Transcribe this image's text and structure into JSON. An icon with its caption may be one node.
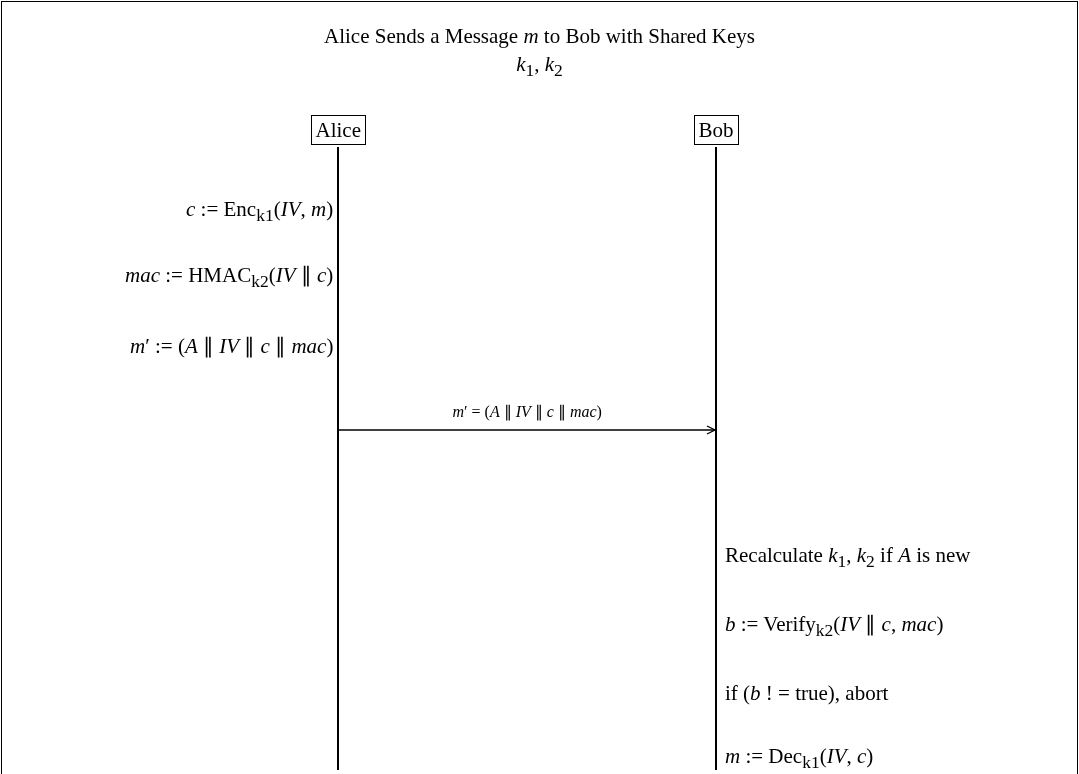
{
  "diagram": {
    "title": "Alice Sends a Message *m* to Bob with Shared Keys *k*$_{1}$, *k*$_{2}$",
    "nodes": [
      {
        "text": [
          "Alice"
        ]
      },
      {
        "text": [
          "Bob"
        ]
      },
      {
        "text": [],
        "shape": "bar"
      },
      {
        "text": [],
        "shape": "bar"
      }
    ],
    "edges": [
      {
        "from": 2,
        "to": 3,
        "arrow": "to",
        "label": "*m*′ = (*A* ∥ *IV* ∥ *c* ∥ *mac*)"
      }
    ],
    "labels": [
      "*c* := Enc$_{k1}$(*IV*, *m*)",
      "*mac* := HMAC$_{k2}$(*IV* ∥ *c*)",
      "*m*′ := (*A* ∥ *IV* ∥ *c* ∥ *mac*)",
      "Recalculate *k*$_{1}$, *k*$_{2}$ if *A* is new",
      "*b* := Verify$_{k2}$(*IV* ∥ *c*, *mac*)",
      "if (*b* ! = true), abort",
      "*m* := Dec$_{k1}$(*IV*, *c*)"
    ]
  }
}
